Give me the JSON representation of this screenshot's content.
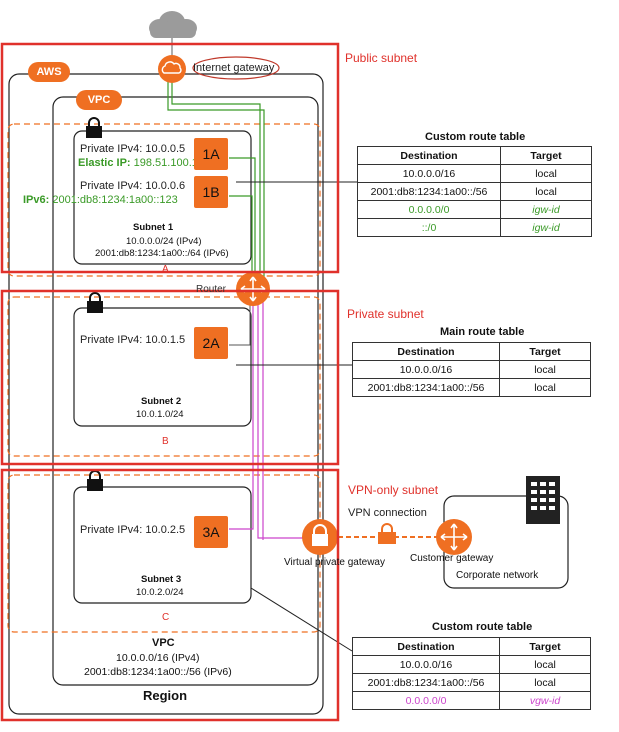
{
  "labels": {
    "public_subnet": "Public subnet",
    "private_subnet": "Private subnet",
    "vpn_subnet": "VPN-only subnet",
    "internet_gateway": "Internet gateway",
    "aws": "AWS",
    "vpc_tag": "VPC",
    "router": "Router",
    "vpn_connection": "VPN connection",
    "virtual_private_gateway": "Virtual private gateway",
    "customer_gateway": "Customer gateway",
    "corporate_network": "Corporate network",
    "region": "Region",
    "az_a": "A",
    "az_b": "B",
    "az_c": "C"
  },
  "subnet1": {
    "inst1_ip": "Private IPv4: 10.0.0.5",
    "inst1_eip_label": "Elastic IP:",
    "inst1_eip": "198.51.100.1",
    "inst1_chip": "1A",
    "inst2_ip": "Private IPv4: 10.0.0.6",
    "inst2_ipv6_label": "IPv6:",
    "inst2_ipv6": "2001:db8:1234:1a00::123",
    "inst2_chip": "1B",
    "name": "Subnet 1",
    "cidr4": "10.0.0.0/24 (IPv4)",
    "cidr6": "2001:db8:1234:1a00::/64 (IPv6)"
  },
  "subnet2": {
    "inst_ip": "Private IPv4: 10.0.1.5",
    "chip": "2A",
    "name": "Subnet 2",
    "cidr": "10.0.1.0/24"
  },
  "subnet3": {
    "inst_ip": "Private IPv4: 10.0.2.5",
    "chip": "3A",
    "name": "Subnet 3",
    "cidr": "10.0.2.0/24"
  },
  "vpc": {
    "name": "VPC",
    "cidr4": "10.0.0.0/16 (IPv4)",
    "cidr6": "2001:db8:1234:1a00::/56 (IPv6)"
  },
  "route_tables": {
    "public": {
      "title": "Custom route table",
      "header": [
        "Destination",
        "Target"
      ],
      "rows": [
        [
          "10.0.0.0/16",
          "local"
        ],
        [
          "2001:db8:1234:1a00::/56",
          "local"
        ],
        [
          "0.0.0.0/0",
          "igw-id"
        ],
        [
          "::/0",
          "igw-id"
        ]
      ]
    },
    "main": {
      "title": "Main route table",
      "header": [
        "Destination",
        "Target"
      ],
      "rows": [
        [
          "10.0.0.0/16",
          "local"
        ],
        [
          "2001:db8:1234:1a00::/56",
          "local"
        ]
      ]
    },
    "vpn": {
      "title": "Custom route table",
      "header": [
        "Destination",
        "Target"
      ],
      "rows": [
        [
          "10.0.0.0/16",
          "local"
        ],
        [
          "2001:db8:1234:1a00::/56",
          "local"
        ],
        [
          "0.0.0.0/0",
          "vgw-id"
        ]
      ]
    }
  },
  "colors": {
    "highlight_red": "#e0312b",
    "orange": "#ef6f22",
    "green": "#3a9a27",
    "magenta": "#cc44cc"
  }
}
